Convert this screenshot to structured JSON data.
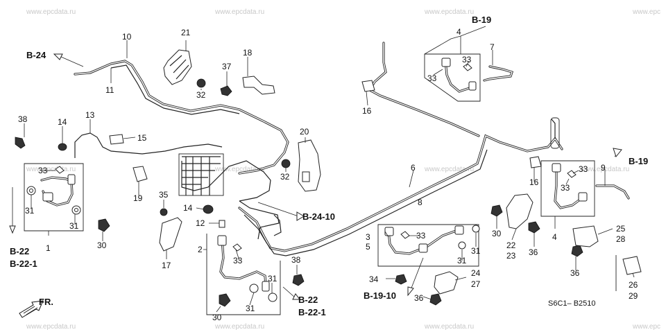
{
  "watermarks": [
    "www.epcdata.ru",
    "www.epcdata.ru",
    "www.epcdata.ru",
    "www.epc",
    "www.epcdata.ru",
    "www.epcdata.ru",
    "www.epcdata.ru",
    "www.epcdata.ru",
    "www.epcdata.ru",
    "www.epcdata.ru",
    "www.epcdata.ru",
    "www.epc"
  ],
  "refs": {
    "b24": "B-24",
    "b19_top": "B-19",
    "b19_right": "B-19",
    "b24_10": "B-24-10",
    "b22_left": "B-22",
    "b22_1_left": "B-22-1",
    "b22_bottom": "B-22",
    "b22_1_bottom": "B-22-1",
    "b19_10": "B-19-10"
  },
  "parts": {
    "p1": "1",
    "p2": "2",
    "p3": "3",
    "p4a": "4",
    "p4b": "4",
    "p5": "5",
    "p6": "6",
    "p7": "7",
    "p8": "8",
    "p9": "9",
    "p10": "10",
    "p11": "11",
    "p12": "12",
    "p13": "13",
    "p14a": "14",
    "p14b": "14",
    "p15": "15",
    "p16a": "16",
    "p16b": "16",
    "p17": "17",
    "p18": "18",
    "p19": "19",
    "p20": "20",
    "p21": "21",
    "p22": "22",
    "p23": "23",
    "p24": "24",
    "p25": "25",
    "p26": "26",
    "p27": "27",
    "p28": "28",
    "p29": "29",
    "p30a": "30",
    "p30b": "30",
    "p30c": "30",
    "p31a": "31",
    "p31b": "31",
    "p31c": "31",
    "p31d": "31",
    "p31e": "31",
    "p31f": "31",
    "p32a": "32",
    "p32b": "32",
    "p33a": "33",
    "p33b": "33",
    "p33c": "33",
    "p33d": "33",
    "p33e": "33",
    "p33f": "33",
    "p33g": "33",
    "p34": "34",
    "p35": "35",
    "p36a": "36",
    "p36b": "36",
    "p36c": "36",
    "p37": "37",
    "p38a": "38",
    "p38b": "38"
  },
  "front_label": "FR.",
  "diagram_code": "S6C1– B2510"
}
